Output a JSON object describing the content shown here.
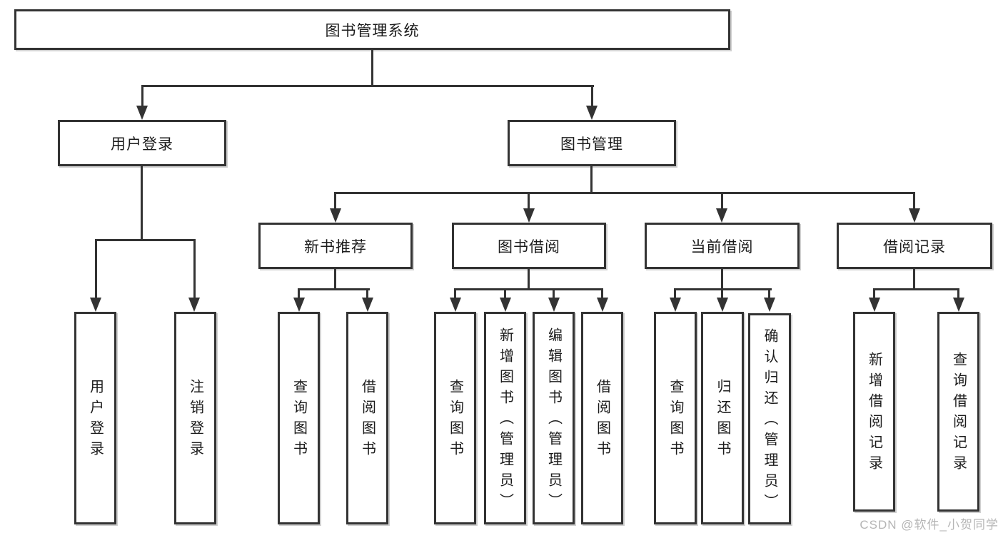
{
  "colors": {
    "background": "#ffffff",
    "line": "#333333",
    "text": "#1b1b1b",
    "watermark": "#b5b5b5"
  },
  "nodes": {
    "root": "图书管理系统",
    "user_login": "用户登录",
    "book_management": "图书管理",
    "new_book_recommend": "新书推荐",
    "book_borrow": "图书借阅",
    "current_borrow": "当前借阅",
    "borrow_records": "借阅记录"
  },
  "leaves": {
    "user_login": "用户登录",
    "logout": "注销登录",
    "newbooks_query": "查询图书",
    "newbooks_borrow": "借阅图书",
    "borrow_query": "查询图书",
    "borrow_add_admin": "新增图书（管理员）",
    "borrow_edit_admin": "编辑图书（管理员）",
    "borrow_borrow": "借阅图书",
    "current_query": "查询图书",
    "current_return": "归还图书",
    "current_confirm_admin": "确认归还（管理员）",
    "records_add": "新增借阅记录",
    "records_query": "查询借阅记录"
  },
  "watermark": {
    "text": "CSDN @软件_小贺同学"
  }
}
